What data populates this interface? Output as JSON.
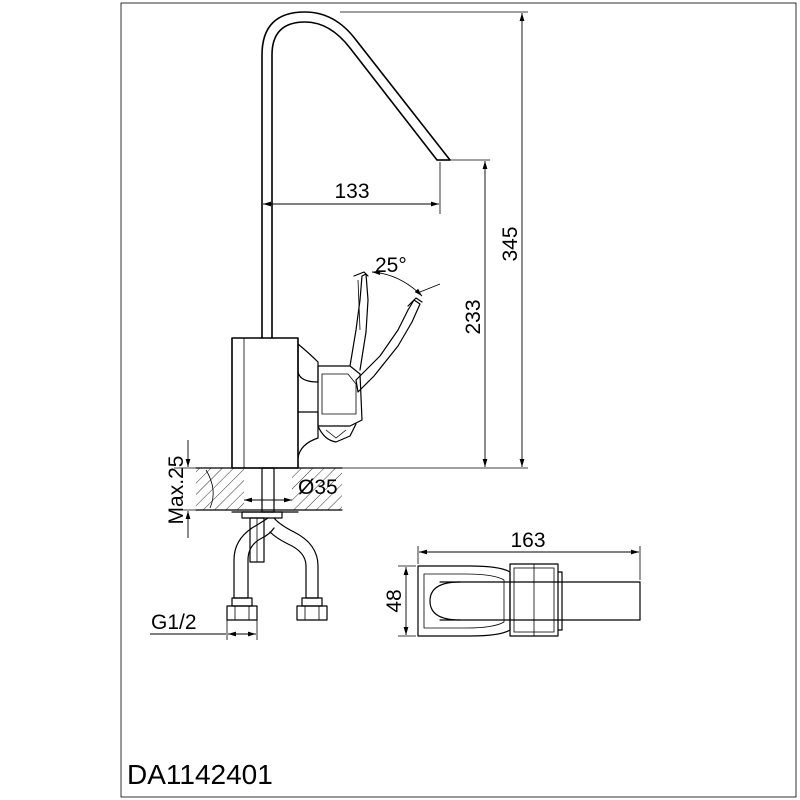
{
  "drawing": {
    "model_code": "DA1142401",
    "dimensions": {
      "spout_reach": "133",
      "total_height": "345",
      "spout_height": "233",
      "lever_angle": "25°",
      "max_counter_thickness": "Max.25",
      "mount_hole_diameter": "Ø35",
      "hose_thread": "G1/2",
      "body_length": "163",
      "body_width": "48"
    }
  }
}
